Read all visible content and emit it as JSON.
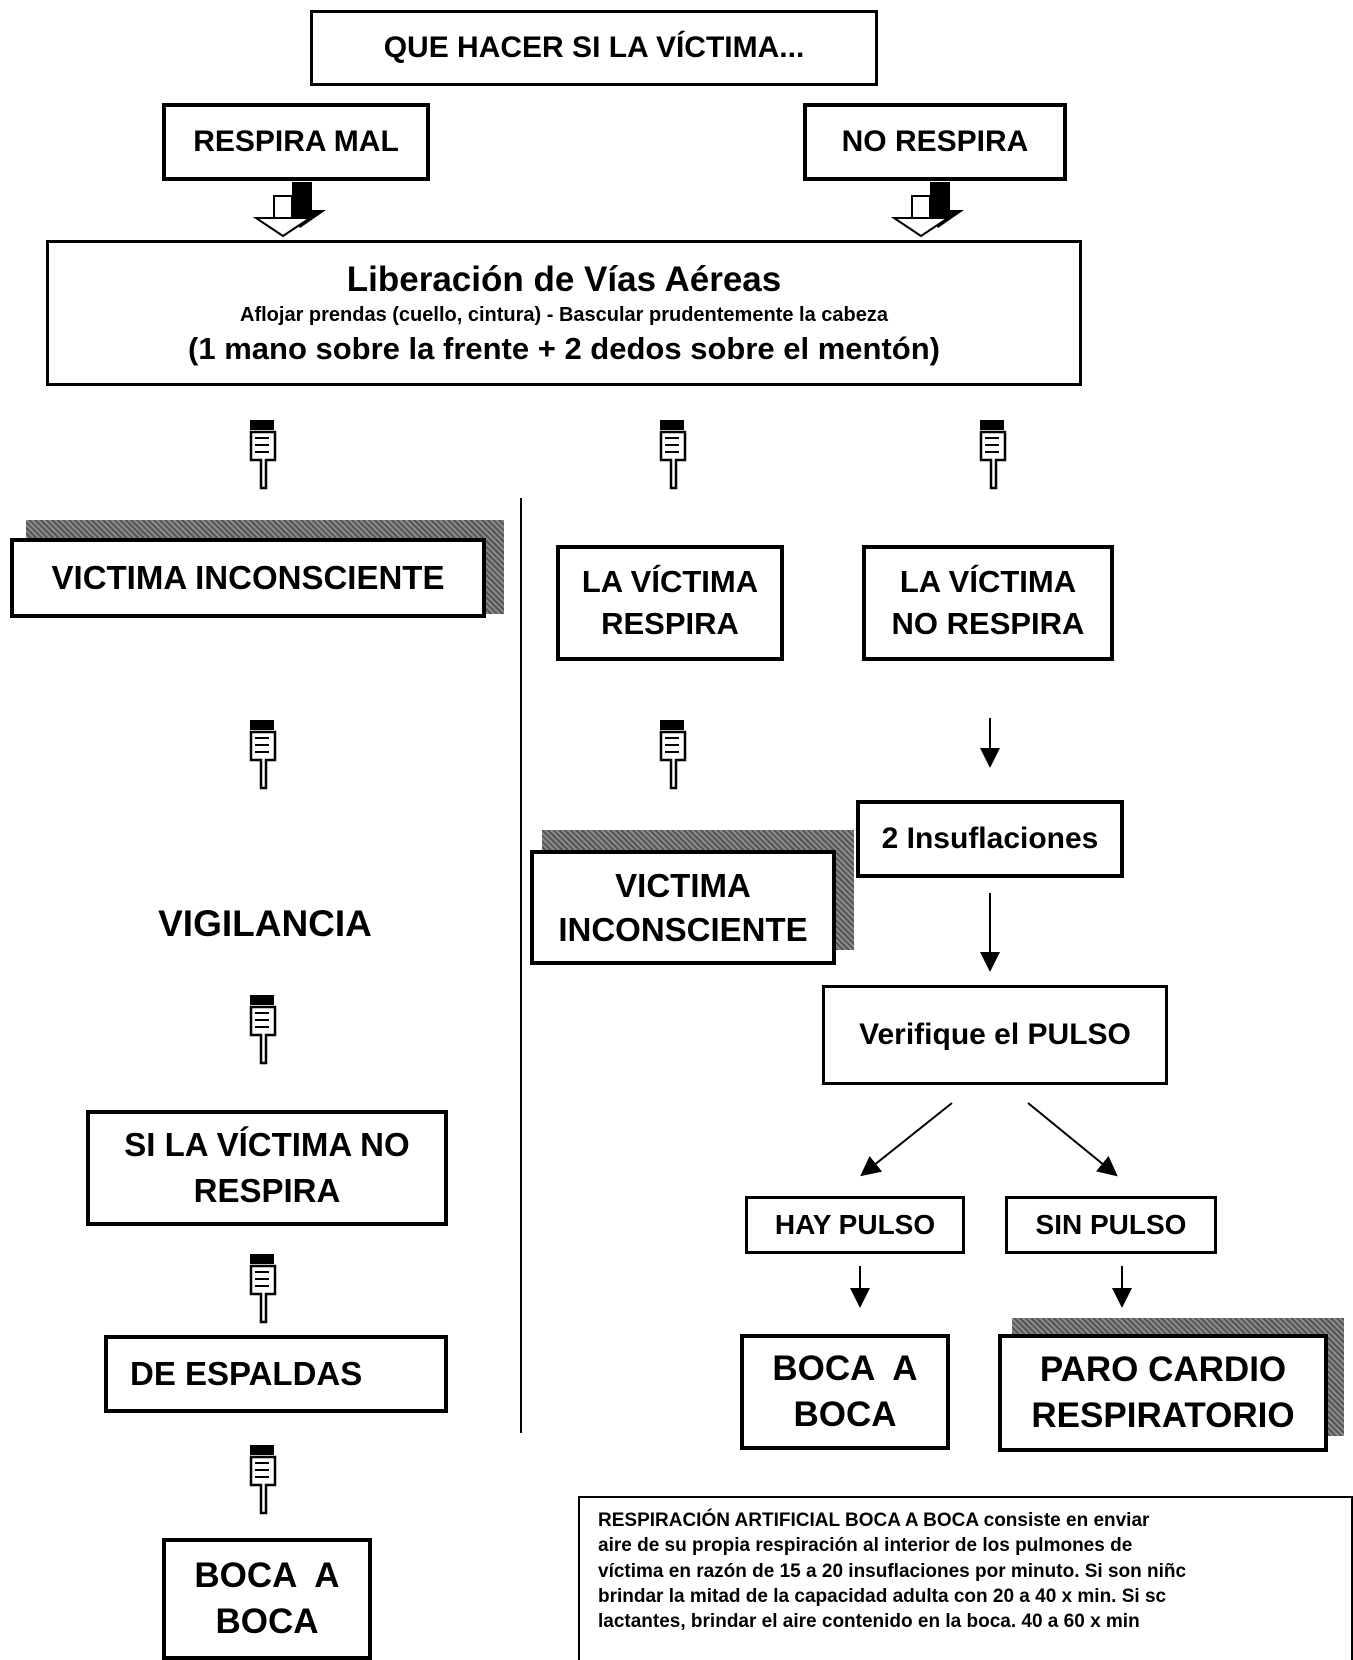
{
  "title": "QUE HACER SI LA VÍCTIMA...",
  "top_left": "RESPIRA MAL",
  "top_right": "NO RESPIRA",
  "airway": {
    "heading": "Liberación de Vías Aéreas",
    "sub": "Aflojar prendas (cuello, cintura)  -  Bascular prudentemente la cabeza",
    "detail": "(1 mano sobre la frente + 2 dedos sobre el mentón)"
  },
  "left_column": {
    "unconscious": "VICTIMA INCONSCIENTE",
    "vigilance": "VIGILANCIA",
    "not_breathing_1": "SI LA VÍCTIMA NO",
    "not_breathing_2": "RESPIRA",
    "supine": "DE ESPALDAS",
    "mouth_1": "BOCA  A",
    "mouth_2": "BOCA"
  },
  "middle_column": {
    "breathes_1": "LA VÍCTIMA",
    "breathes_2": "RESPIRA",
    "unconscious_1": "VICTIMA",
    "unconscious_2": "INCONSCIENTE"
  },
  "right_column": {
    "no_breath_1": "LA VÍCTIMA",
    "no_breath_2": "NO RESPIRA",
    "insufflations": "2 Insuflaciones",
    "pulse_check": "Verifique el PULSO",
    "has_pulse": "HAY PULSO",
    "no_pulse": "SIN PULSO",
    "mouth_1": "BOCA  A",
    "mouth_2": "BOCA",
    "arrest_1": "PARO CARDIO",
    "arrest_2": "RESPIRATORIO"
  },
  "note_lines": [
    "RESPIRACIÓN ARTIFICIAL BOCA A BOCA consiste en enviar",
    "aire de su propia respiración al interior de los pulmones de",
    "víctima en razón de 15 a 20 insuflaciones por minuto. Si son niñc",
    "brindar la mitad de la capacidad adulta con 20 a 40 x min. Si sc",
    "lactantes, brindar el aire contenido en la boca. 40 a 60 x min"
  ]
}
